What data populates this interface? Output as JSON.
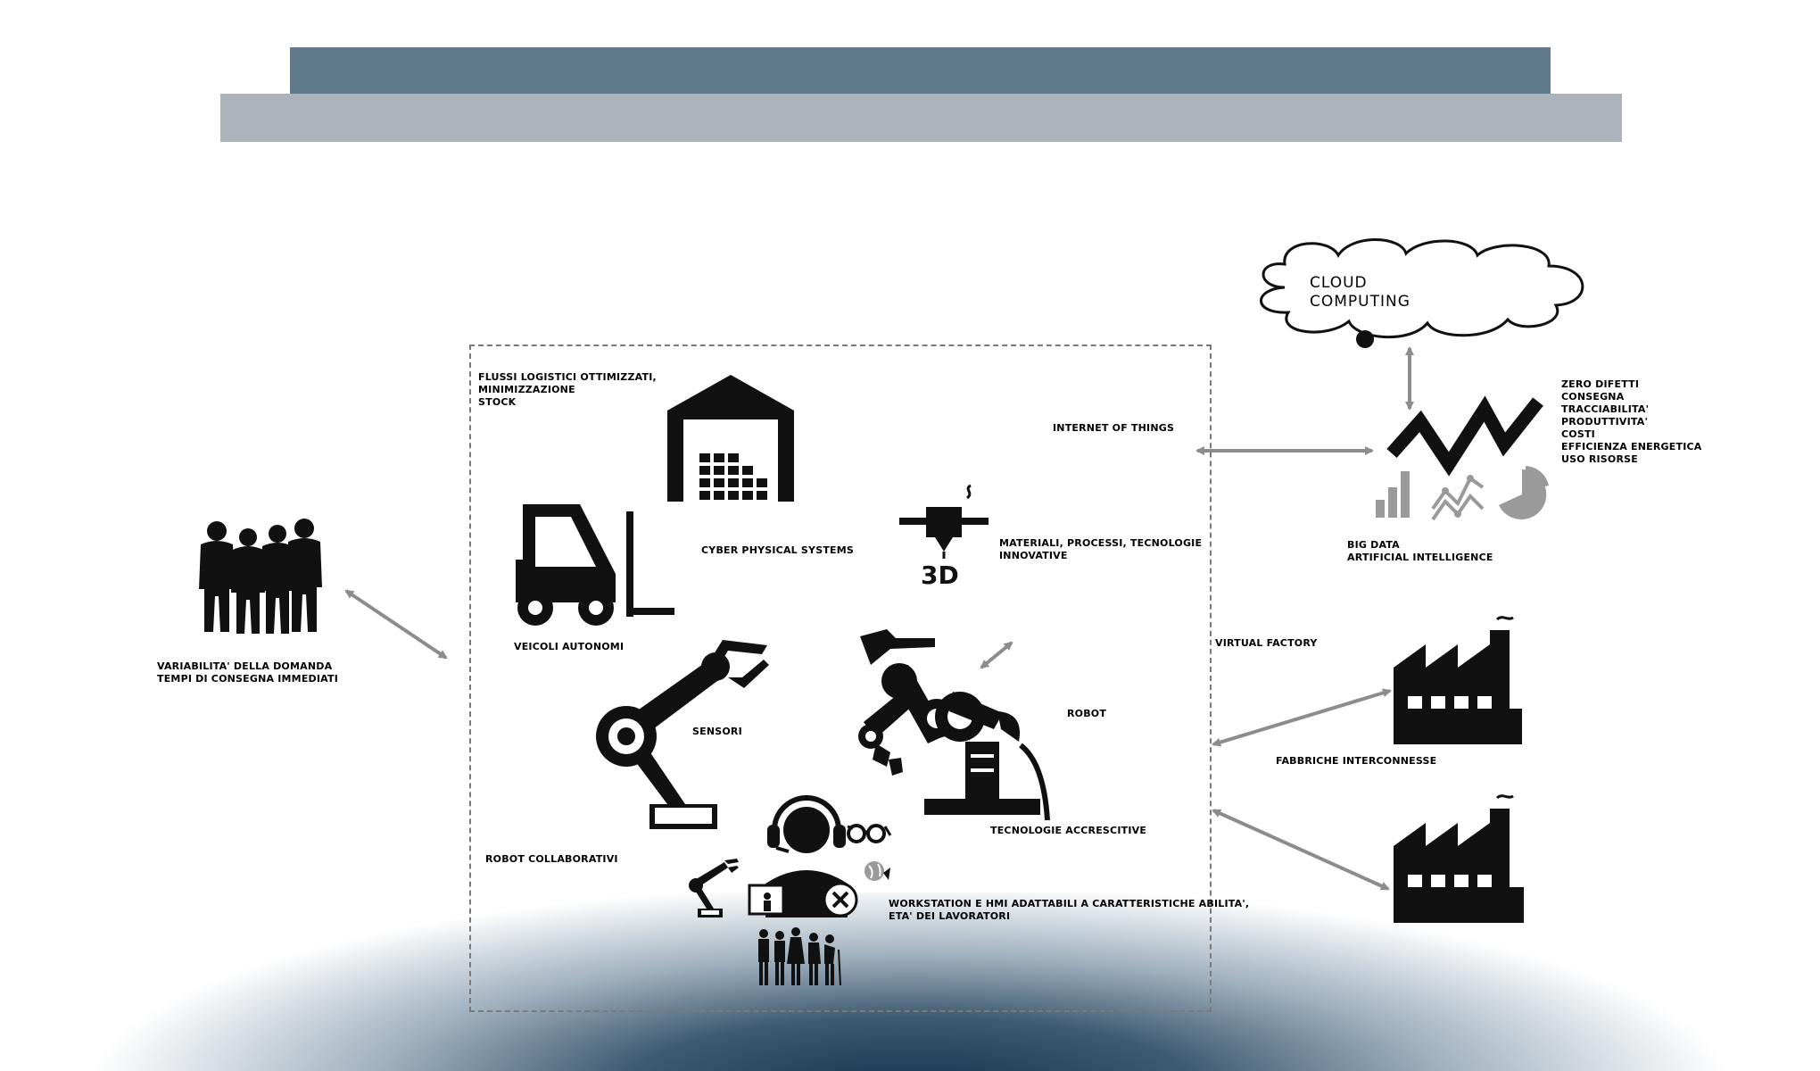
{
  "labels": {
    "flussi": "FLUSSI LOGISTICI OTTIMIZZATI,\nMINIMIZZAZIONE\nSTOCK",
    "iot": "INTERNET OF THINGS",
    "cps": "CYBER PHYSICAL SYSTEMS",
    "materiali": "MATERIALI, PROCESSI, TECNOLOGIE\nINNOVATIVE",
    "veicoli": "VEICOLI AUTONOMI",
    "sensori": "SENSORI",
    "robot": "ROBOT",
    "tecnologie": "TECNOLOGIE ACCRESCITIVE",
    "robot_collab": "ROBOT COLLABORATIVI",
    "workstation": "WORKSTATION E HMI ADATTABILI A CARATTERISTICHE ABILITA',\nETA' DEI LAVORATORI",
    "variabilita": "VARIABILITA' DELLA DOMANDA\nTEMPI DI CONSEGNA IMMEDIATI",
    "cloud": "CLOUD\nCOMPUTING",
    "benefits": "ZERO DIFETTI\nCONSEGNA\nTRACCIABILITA'\nPRODUTTIVITA'\nCOSTI\nEFFICIENZA ENERGETICA\nUSO RISORSE",
    "bigdata": "BIG DATA\nARTIFICIAL INTELLIGENCE",
    "virtual": "VIRTUAL FACTORY",
    "fabbriche": "FABBRICHE INTERCONNESSE",
    "threed": "3D"
  },
  "colors": {
    "header_dark": "#5e7a8c",
    "header_light": "#adb3bb",
    "arrow": "#8c8c8c",
    "glow": "#17344f",
    "chart_gray": "#9a9a9a"
  }
}
